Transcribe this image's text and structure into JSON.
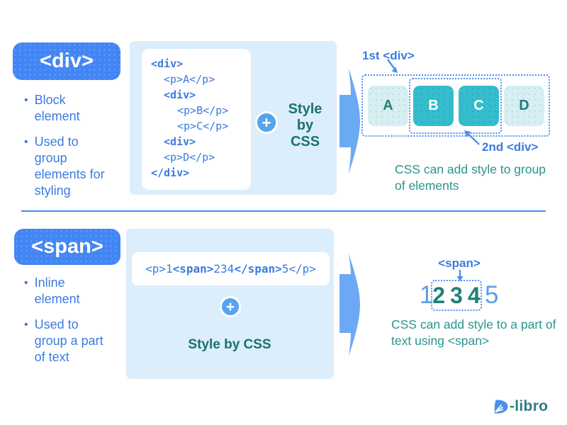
{
  "colors": {
    "badge_blue": "#4285F4",
    "panel_blue": "#DCEDFB",
    "code_blue": "#3C7BE0",
    "caption_teal": "#2B948E",
    "style_by_css_teal": "#177471",
    "box_teal": "#35BDCD",
    "box_pale": "#D7EEF2",
    "flow_arrow_blue": "#6CA9F4",
    "dotted_border_blue": "#4C8FF0",
    "number_light_blue": "#5C9EE4",
    "number_teal": "#20807A",
    "logo_teal": "#2F7D85"
  },
  "sections": {
    "div": {
      "badge": "<div>",
      "bullets": [
        "Block element",
        "Used to group elements for styling"
      ],
      "code_lines": [
        {
          "text": "<div>"
        },
        {
          "text": "<p>A</p>"
        },
        {
          "text": "<div>"
        },
        {
          "text": "<p>B</p>"
        },
        {
          "text": "<p>C</p>"
        },
        {
          "text": "<div>"
        },
        {
          "text": "<p>D</p>"
        },
        {
          "text": "</div>"
        }
      ],
      "plus": "+",
      "style_by_css": [
        "Style",
        "by",
        "CSS"
      ],
      "label_first": "1st <div>",
      "label_second": "2nd <div>",
      "boxes": [
        {
          "label": "A"
        },
        {
          "label": "B"
        },
        {
          "label": "C"
        },
        {
          "label": "D"
        }
      ],
      "caption": "CSS can add style to group of elements"
    },
    "span": {
      "badge": "<span>",
      "bullets": [
        "Inline element",
        "Used to group a part of text"
      ],
      "code_parts": {
        "p1": "<p>1",
        "p2": "<span>",
        "p3": "234",
        "p4": "</span>",
        "p5": "5</p>"
      },
      "plus": "+",
      "style_by_css": "Style by CSS",
      "label": "<span>",
      "numbers": {
        "before": "1",
        "inside": "234",
        "after": "5"
      },
      "caption": "CSS can add style to a part of text using <span>"
    }
  },
  "logo": {
    "text": "-libro"
  }
}
